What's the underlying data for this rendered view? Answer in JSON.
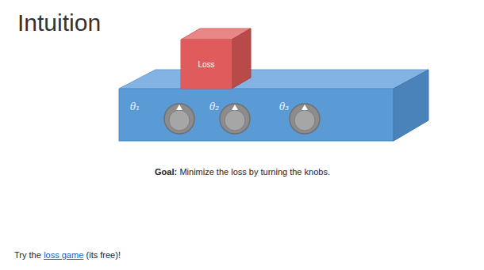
{
  "diagram": {
    "title": "Intuition",
    "nodes": [
      {
        "text": [
          "Loss"
        ]
      }
    ],
    "labels": [
      "θ₁",
      "θ₂",
      "θ₃",
      "Goal:",
      "Minimize the loss by turning the knobs.",
      "Try the",
      "loss game",
      "(its free)!"
    ]
  }
}
